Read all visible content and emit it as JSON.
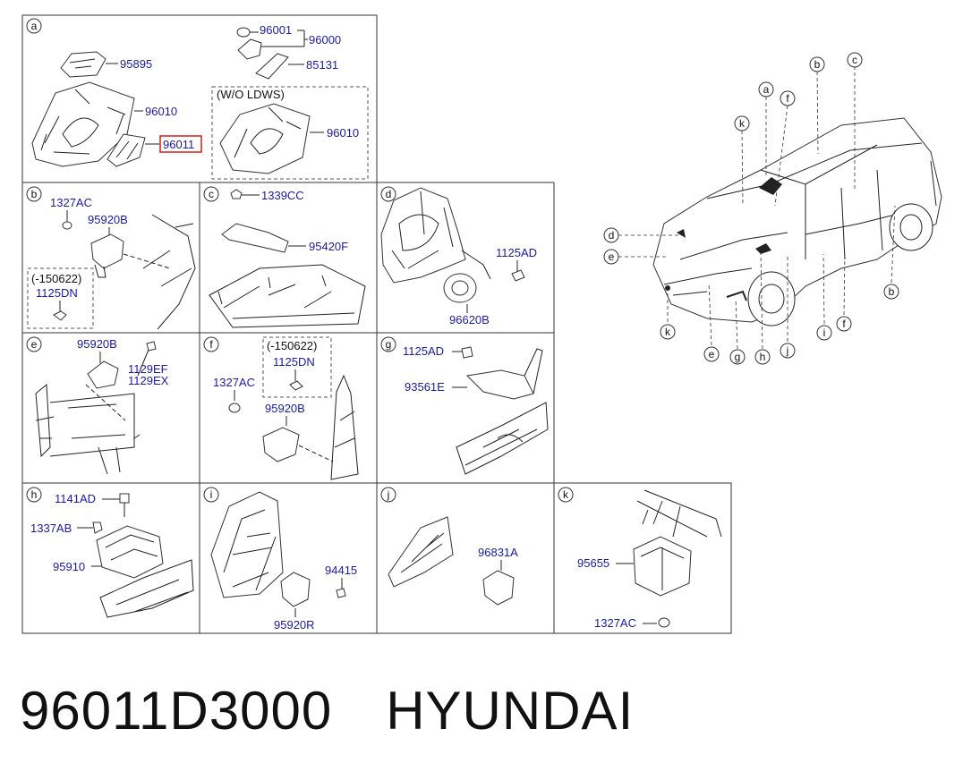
{
  "sections": {
    "a": {
      "letter": "a",
      "labels": {
        "p95895": "95895",
        "p96001": "96001",
        "p96000": "96000",
        "p85131": "85131",
        "p96010": "96010",
        "p96011": "96011",
        "wo_ldws": "(W/O LDWS)",
        "p96010b": "96010"
      }
    },
    "b": {
      "letter": "b",
      "labels": {
        "p1327ac": "1327AC",
        "p95920b": "95920B",
        "note": "(-150622)",
        "p1125dn": "1125DN"
      }
    },
    "c": {
      "letter": "c",
      "labels": {
        "p1339cc": "1339CC",
        "p95420f": "95420F"
      }
    },
    "d": {
      "letter": "d",
      "labels": {
        "p1125ad": "1125AD",
        "p96620b": "96620B"
      }
    },
    "e": {
      "letter": "e",
      "labels": {
        "p95920b": "95920B",
        "p1129ef": "1129EF",
        "p1129ex": "1129EX"
      }
    },
    "f": {
      "letter": "f",
      "labels": {
        "note": "(-150622)",
        "p1125dn": "1125DN",
        "p1327ac": "1327AC",
        "p95920b": "95920B"
      }
    },
    "g": {
      "letter": "g",
      "labels": {
        "p1125ad": "1125AD",
        "p93561e": "93561E"
      }
    },
    "h": {
      "letter": "h",
      "labels": {
        "p1141ad": "1141AD",
        "p1337ab": "1337AB",
        "p95910": "95910"
      }
    },
    "i": {
      "letter": "i",
      "labels": {
        "p94415": "94415",
        "p95920r": "95920R"
      }
    },
    "j": {
      "letter": "j",
      "labels": {
        "p96831a": "96831A"
      }
    },
    "k": {
      "letter": "k",
      "labels": {
        "p95655": "95655",
        "p1327ac": "1327AC"
      }
    }
  },
  "car_callouts": [
    "a",
    "b",
    "c",
    "d",
    "e",
    "f",
    "g",
    "h",
    "i",
    "j",
    "k"
  ],
  "caption": {
    "part_number": "96011D3000",
    "brand": "HYUNDAI"
  },
  "colors": {
    "label_blue": "#1a1aa6",
    "highlight_red": "#d41a1a",
    "line": "#222222"
  }
}
